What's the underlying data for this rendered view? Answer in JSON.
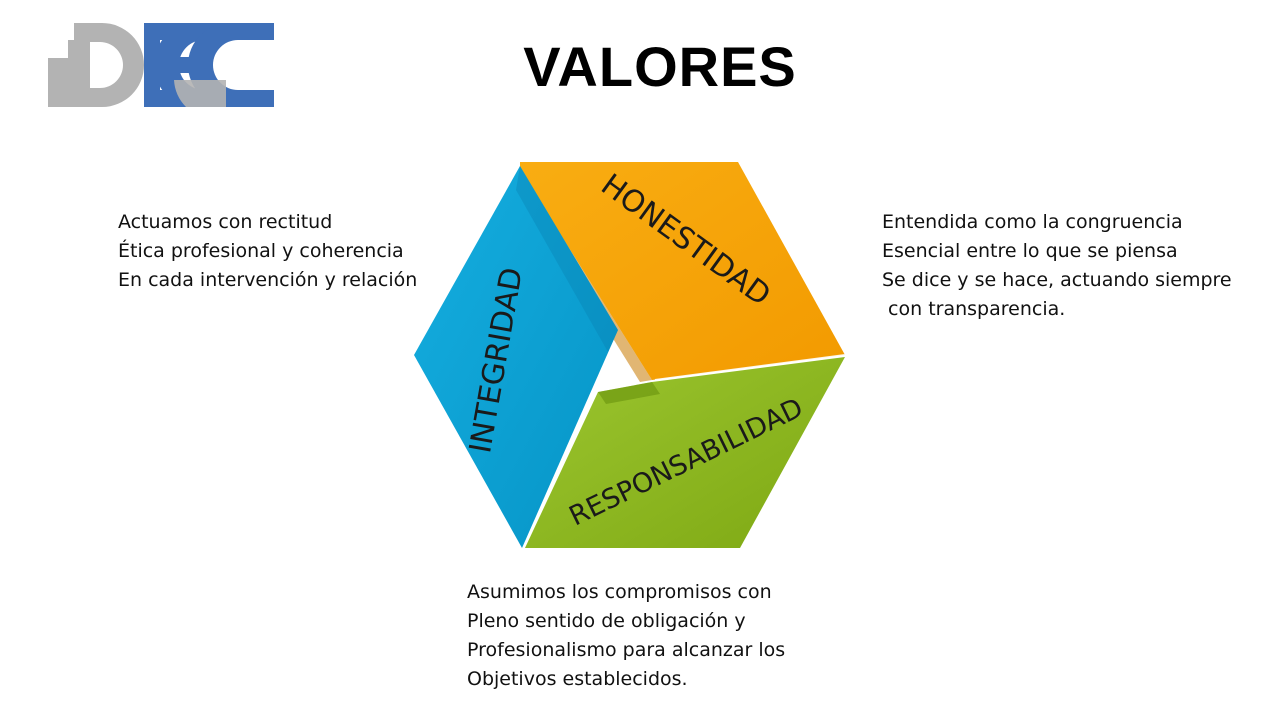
{
  "logo": {
    "text": "DECC",
    "colors": {
      "gray": "#b3b3b3",
      "blue": "#3e6fb8"
    }
  },
  "title": "VALORES",
  "values": {
    "integridad": {
      "label": "INTEGRIDAD",
      "color": "#0aa3d6",
      "lines": [
        "Actuamos con rectitud",
        "Ética profesional y coherencia",
        "En cada intervención y relación"
      ]
    },
    "honestidad": {
      "label": "HONESTIDAD",
      "color": "#f7a400",
      "lines": [
        "Entendida como la congruencia",
        "Esencial entre lo que se piensa",
        "Se dice y se hace, actuando siempre",
        " con transparencia."
      ]
    },
    "responsabilidad": {
      "label": "RESPONSABILIDAD",
      "color": "#8cb81c",
      "lines": [
        "Asumimos los compromisos con",
        "Pleno sentido de obligación y",
        "Profesionalismo para alcanzar los",
        "Objetivos establecidos."
      ]
    }
  }
}
